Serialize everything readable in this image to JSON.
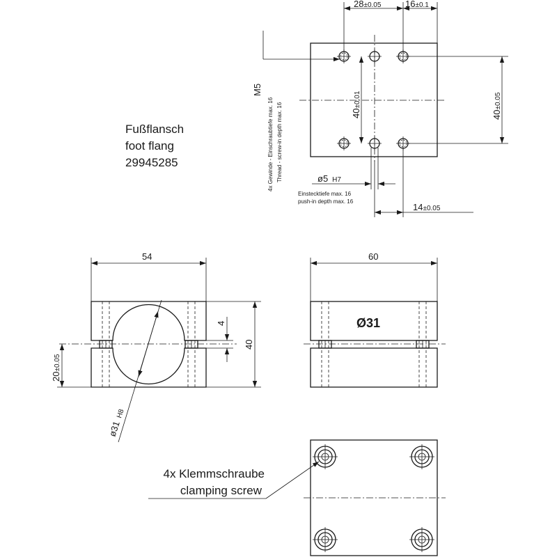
{
  "title_block": {
    "line1": "Fußflansch",
    "line2": "foot flang",
    "part_number": "29945285"
  },
  "top_view": {
    "dim_28": "28",
    "dim_28_tol": "±0.05",
    "dim_16": "16",
    "dim_16_tol": "±0.1",
    "dim_40_inner": "40",
    "dim_40_inner_tol": "±0.01",
    "dim_40_outer": "40",
    "dim_40_outer_tol": "±0.05",
    "dim_14": "14",
    "dim_14_tol": "±0.05",
    "thread_label": "M5",
    "thread_note_de": "4x Gewinde - Einschraubtiefe max. 16",
    "thread_note_en": "Thread  - screw-in depth max. 16",
    "bore_label": "ø5",
    "bore_tol": "H7",
    "bore_note_de": "Einstecktiefe max. 16",
    "bore_note_en": "push-in depth max. 16"
  },
  "front_view": {
    "dim_54": "54",
    "dim_4": "4",
    "dim_40": "40",
    "dim_20": "20",
    "dim_20_tol": "±0.05",
    "bore_label": "ø31",
    "bore_tol": "H8"
  },
  "side_view": {
    "dim_60": "60",
    "bore_marking": "Ø31"
  },
  "bottom_view": {
    "screw_note_de": "4x Klemmschraube",
    "screw_note_en": "clamping screw"
  }
}
